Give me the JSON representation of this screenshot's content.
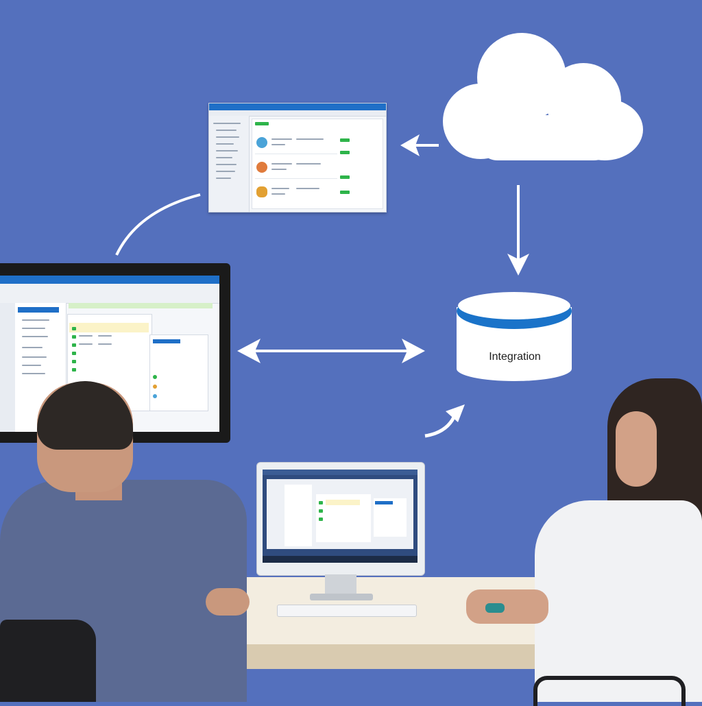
{
  "diagram": {
    "integration_label": "Integration",
    "nodes": [
      "cloud",
      "app-window",
      "desktop-monitor",
      "integration-database",
      "workstation-monitor"
    ],
    "edges": [
      {
        "from": "cloud",
        "to": "app-window",
        "type": "arrow"
      },
      {
        "from": "cloud",
        "to": "integration-database",
        "type": "arrow"
      },
      {
        "from": "desktop-monitor",
        "to": "integration-database",
        "type": "bidirectional-arrow"
      },
      {
        "from": "workstation-monitor",
        "to": "integration-database",
        "type": "curved-arrow"
      },
      {
        "from": "desktop-monitor",
        "to": "app-window",
        "type": "curve"
      }
    ]
  },
  "colors": {
    "background": "#5470bd",
    "accent_blue": "#1f6fc7",
    "arrow": "#ffffff",
    "cylinder_band": "#1a73c9",
    "status_green": "#2eb44a"
  },
  "icons": [
    "cloud-icon",
    "database-icon",
    "arrow-left-icon",
    "arrow-down-icon",
    "double-arrow-icon",
    "curved-arrow-icon"
  ]
}
